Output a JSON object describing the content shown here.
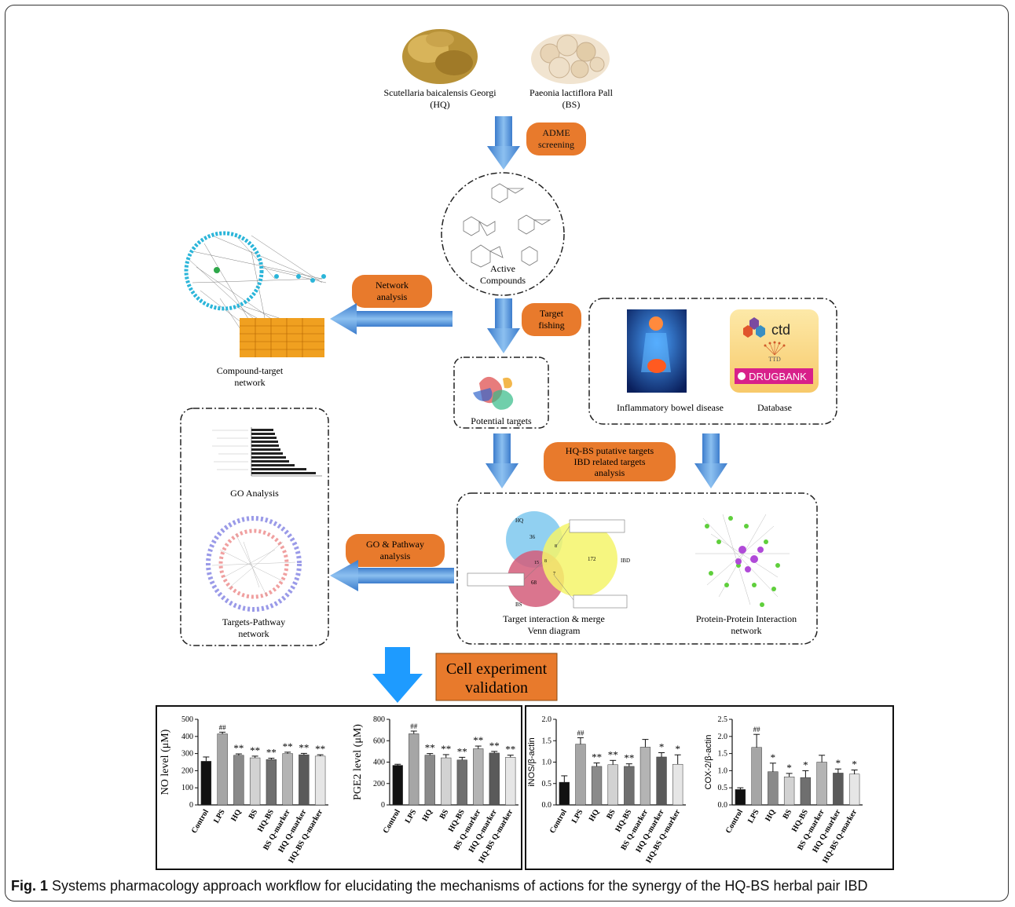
{
  "herbs": {
    "hq_name": "Scutellaria baicalensis Georgi",
    "hq_abbr": "(HQ)",
    "bs_name": "Paeonia lactiflora Pall",
    "bs_abbr": "(BS)"
  },
  "steps": {
    "adme_line1": "ADME",
    "adme_line2": "screening",
    "active_line1": "Active",
    "active_line2": "Compounds",
    "network_line1": "Network",
    "network_line2": "analysis",
    "target_line1": "Target",
    "target_line2": "fishing",
    "compound_line1": "Compound-target",
    "compound_line2": "network",
    "potential_targets": "Potential targets",
    "ibd": "Inflammatory bowel disease",
    "database": "Database",
    "putative_line1": "HQ-BS putative targets",
    "putative_line2": "IBD related targets",
    "putative_line3": "analysis",
    "go_analysis": "GO Analysis",
    "go_pathway_line1": "GO & Pathway",
    "go_pathway_line2": "analysis",
    "targets_pathway_line1": "Targets-Pathway",
    "targets_pathway_line2": "network",
    "venn_line1": "Target interaction & merge",
    "venn_line2": "Venn diagram",
    "ppi_line1": "Protein-Protein Interaction",
    "ppi_line2": "network",
    "cell_line1": "Cell experiment",
    "cell_line2": "validation"
  },
  "databases": {
    "ctd": "ctd",
    "ttd": "TTD",
    "drugbank": "DRUGBANK"
  },
  "venn": {
    "set_hq": "HQ",
    "set_bs": "BS",
    "set_ibd": "IBD",
    "n_hq": "36",
    "n_bs": "68",
    "n_ibd": "172",
    "n_hq_bs": "15",
    "n_all": "8",
    "n_hq_ibd": "8",
    "n_bs_ibd": "7"
  },
  "colors": {
    "arrow": "#4f8fd6",
    "label_box": "#e87a2c",
    "hq": "#7ec8ee",
    "bs": "#d45d7a",
    "ibd": "#f4f46a",
    "bar_black": "#111111"
  },
  "chart_data": [
    {
      "type": "bar",
      "ylabel": "NO level (μM)",
      "ylim": [
        0,
        500
      ],
      "yticks": [
        0,
        100,
        200,
        300,
        400,
        500
      ],
      "categories": [
        "Control",
        "LPS",
        "HQ",
        "BS",
        "HQ-BS",
        "BS Q-marker",
        "HQ Q-marker",
        "HQ-BS Q-marker"
      ],
      "values": [
        255,
        415,
        290,
        275,
        265,
        300,
        293,
        285
      ],
      "errors": [
        25,
        10,
        8,
        10,
        8,
        8,
        8,
        8
      ],
      "annotations": [
        "",
        "##",
        "**",
        "**",
        "**",
        "**",
        "**",
        "**"
      ]
    },
    {
      "type": "bar",
      "ylabel": "PGE2 level (μM)",
      "ylim": [
        0,
        800
      ],
      "yticks": [
        0,
        200,
        400,
        600,
        800
      ],
      "categories": [
        "Control",
        "LPS",
        "HQ",
        "BS",
        "HQ-BS",
        "BS Q-marker",
        "HQ Q-marker",
        "HQ-BS Q-marker"
      ],
      "values": [
        370,
        665,
        465,
        440,
        420,
        525,
        485,
        445
      ],
      "errors": [
        10,
        25,
        15,
        30,
        25,
        25,
        15,
        20
      ],
      "annotations": [
        "",
        "##",
        "**",
        "**",
        "**",
        "**",
        "**",
        "**"
      ]
    },
    {
      "type": "bar",
      "ylabel": "iNOS/β-actin",
      "ylim": [
        0,
        2.0
      ],
      "yticks": [
        0.0,
        0.5,
        1.0,
        1.5,
        2.0
      ],
      "categories": [
        "Control",
        "LPS",
        "HQ",
        "BS",
        "HQ-BS",
        "BS Q-marker",
        "HQ Q-marker",
        "HQ-BS Q-marker"
      ],
      "values": [
        0.53,
        1.42,
        0.9,
        0.94,
        0.9,
        1.35,
        1.12,
        0.95
      ],
      "errors": [
        0.15,
        0.15,
        0.08,
        0.1,
        0.06,
        0.18,
        0.1,
        0.22
      ],
      "annotations": [
        "",
        "##",
        "**",
        "**",
        "**",
        "",
        "*",
        "*"
      ]
    },
    {
      "type": "bar",
      "ylabel": "COX-2/β-actin",
      "ylim": [
        0,
        2.5
      ],
      "yticks": [
        0.0,
        0.5,
        1.0,
        1.5,
        2.0,
        2.5
      ],
      "categories": [
        "Control",
        "LPS",
        "HQ",
        "BS",
        "HQ-BS",
        "BS Q-marker",
        "HQ Q-marker",
        "HQ-BS Q-marker"
      ],
      "values": [
        0.45,
        1.68,
        0.97,
        0.82,
        0.8,
        1.25,
        0.93,
        0.9
      ],
      "errors": [
        0.05,
        0.38,
        0.25,
        0.1,
        0.2,
        0.2,
        0.12,
        0.12
      ],
      "annotations": [
        "",
        "##",
        "*",
        "*",
        "*",
        "",
        "*",
        "*"
      ]
    }
  ],
  "caption": {
    "label": "Fig. 1",
    "text": " Systems pharmacology approach workflow for elucidating the mechanisms of actions for the synergy of the HQ-BS herbal pair IBD"
  }
}
